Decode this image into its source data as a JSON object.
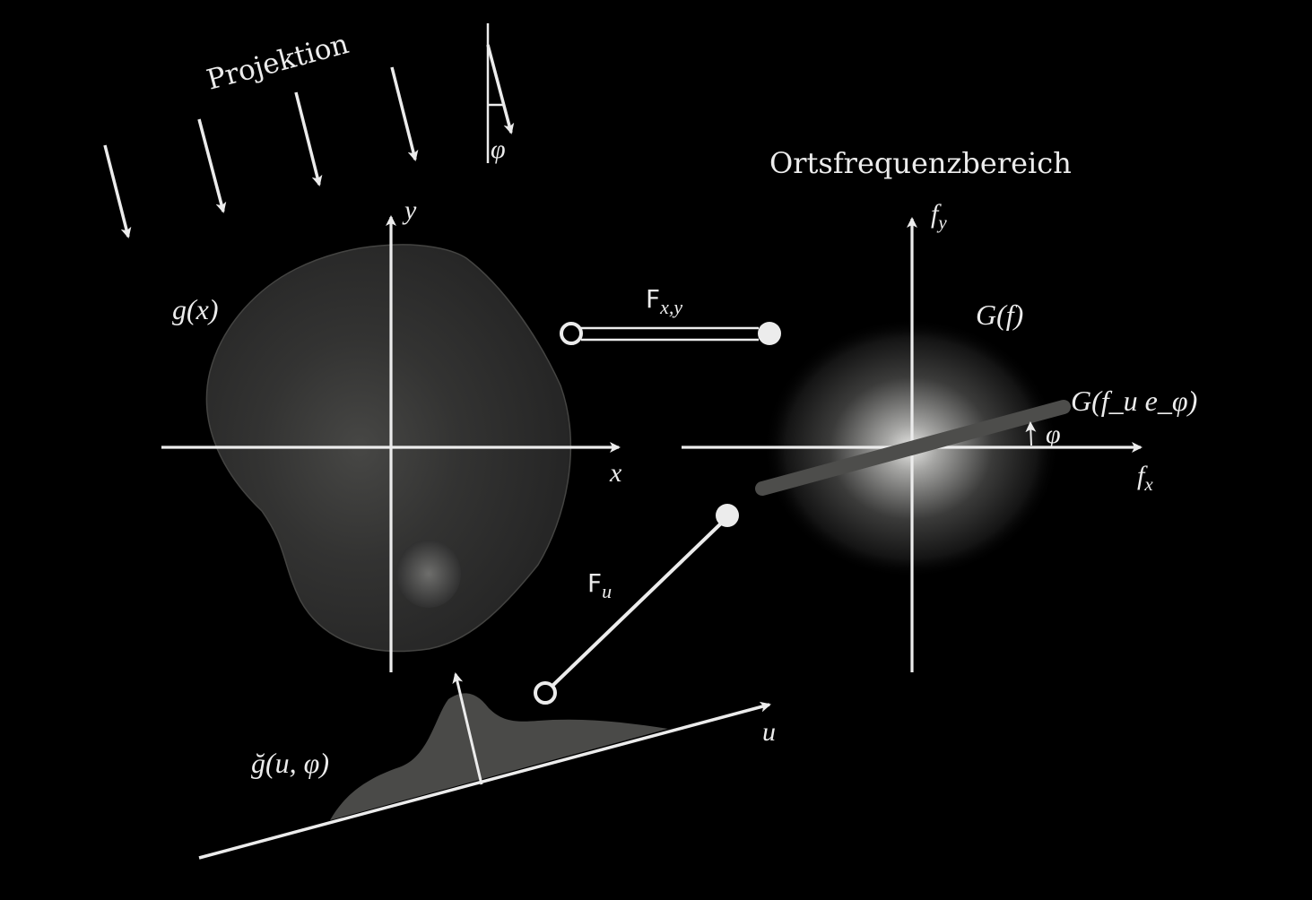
{
  "labels": {
    "projection": "Projektion",
    "frequency_domain": "Ortsfrequenzbereich",
    "axis_x": "x",
    "axis_y": "y",
    "axis_u": "u",
    "axis_fx_base": "f",
    "axis_fx_sub": "x",
    "axis_fy_base": "f",
    "axis_fy_sub": "y",
    "phi": "φ",
    "object_function": "g(x)",
    "projection_function": "ğ(u, φ)",
    "spectrum": "G(f)",
    "spectrum_slice": "G(f_u e_φ)",
    "fourier_2d_base": "F",
    "fourier_2d_sub": "x,y",
    "fourier_1d_base": "F",
    "fourier_1d_sub": "u"
  },
  "colors": {
    "background": "#000000",
    "stroke": "#ececec",
    "object_fill": "#2b2b2b",
    "projection_fill": "#4a4a48",
    "slice": "#4d4d4b"
  }
}
